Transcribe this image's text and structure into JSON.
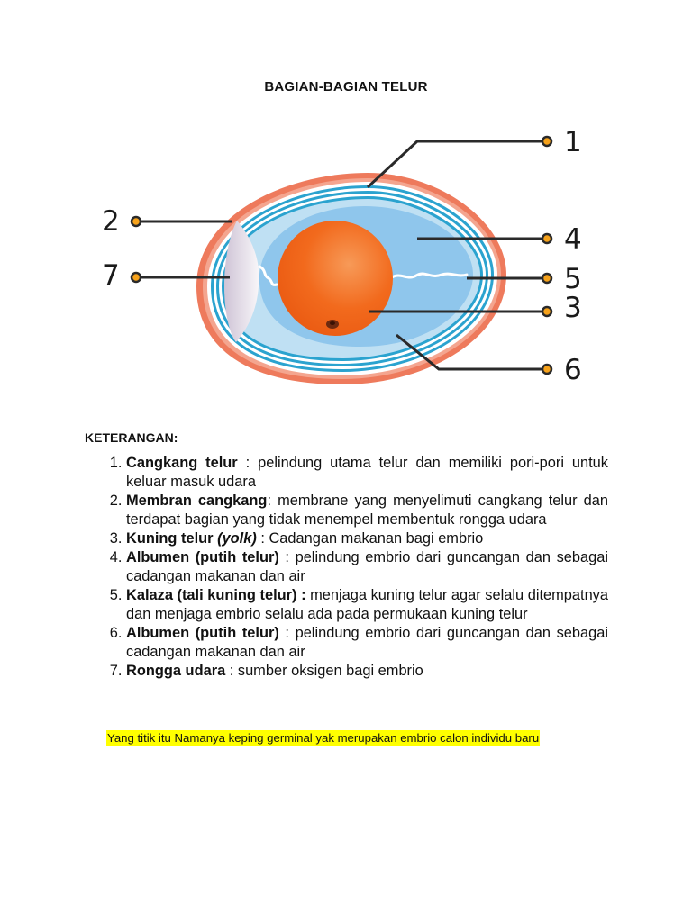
{
  "page": {
    "title": "BAGIAN-BAGIAN TELUR"
  },
  "diagram": {
    "labels": [
      "1",
      "2",
      "7",
      "4",
      "5",
      "3",
      "6"
    ],
    "colors": {
      "shell": "#ee7a5c",
      "membrane_lines": "#2ba3cf",
      "albumen": "#a8d4ef",
      "yolk": "#f26a1d",
      "air_cell": "#ece7ee",
      "leader": "#2a2a2a",
      "dot": "#f6a21b"
    }
  },
  "keterangan": {
    "heading": "KETERANGAN:",
    "items": [
      {
        "term": "Cangkang telur",
        "sep": " : ",
        "desc": "pelindung utama telur dan memiliki pori-pori untuk keluar masuk udara"
      },
      {
        "term": "Membran cangkang",
        "sep": ": ",
        "desc": "membrane yang menyelimuti cangkang telur dan terdapat bagian yang tidak menempel membentuk rongga udara"
      },
      {
        "term": "Kuning telur ",
        "term_italic": "(yolk)",
        "sep": " : ",
        "desc": "Cadangan makanan bagi embrio"
      },
      {
        "term": "Albumen (putih telur)",
        "sep": " : ",
        "desc": "pelindung embrio dari guncangan dan sebagai cadangan makanan dan air"
      },
      {
        "term": "Kalaza (tali kuning telur) :",
        "sep": " ",
        "desc": "menjaga kuning telur agar selalu ditempatnya dan menjaga embrio selalu ada pada permukaan kuning telur"
      },
      {
        "term": "Albumen (putih telur)",
        "sep": " : ",
        "desc": "pelindung embrio dari guncangan dan sebagai cadangan makanan dan air"
      },
      {
        "term": "Rongga udara",
        "sep": " : ",
        "desc": "sumber oksigen bagi embrio"
      }
    ]
  },
  "note": "Yang titik itu Namanya keping germinal yak merupakan embrio calon individu baru"
}
